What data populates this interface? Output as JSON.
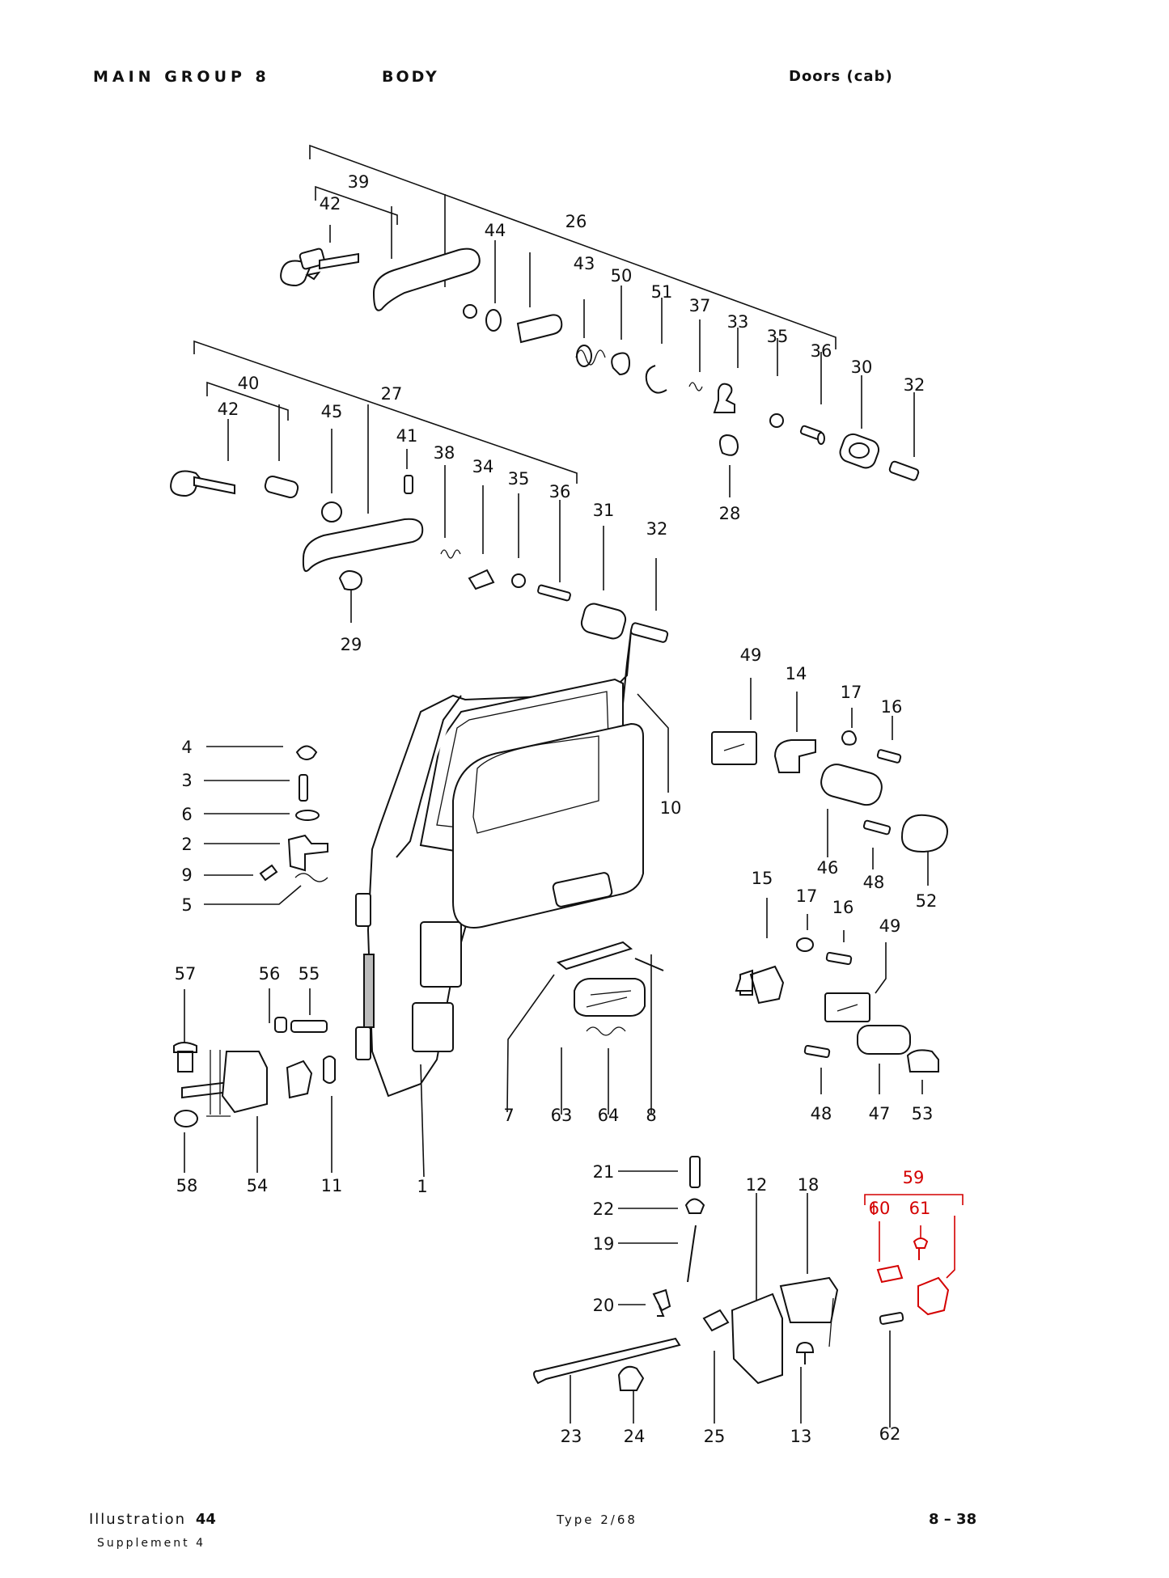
{
  "header": {
    "group": "MAIN GROUP 8",
    "section": "BODY",
    "subsection": "Doors (cab)"
  },
  "footer": {
    "illustration_label": "Illustration",
    "illustration_number": "44",
    "supplement": "Supplement 4",
    "type": "Type 2/68",
    "page": "8 – 38"
  },
  "callouts": [
    "1",
    "2",
    "3",
    "4",
    "5",
    "6",
    "7",
    "8",
    "9",
    "10",
    "11",
    "12",
    "13",
    "14",
    "15",
    "16",
    "17",
    "18",
    "19",
    "20",
    "21",
    "22",
    "23",
    "24",
    "25",
    "26",
    "27",
    "28",
    "29",
    "30",
    "31",
    "32",
    "33",
    "34",
    "35",
    "36",
    "37",
    "38",
    "39",
    "40",
    "41",
    "42",
    "43",
    "44",
    "45",
    "46",
    "47",
    "48",
    "49",
    "50",
    "51",
    "52",
    "53",
    "54",
    "55",
    "56",
    "57",
    "58",
    "59",
    "60",
    "61",
    "62",
    "63",
    "64"
  ],
  "highlight_color": "#d40000",
  "highlighted_callouts": [
    "59",
    "60",
    "61"
  ]
}
